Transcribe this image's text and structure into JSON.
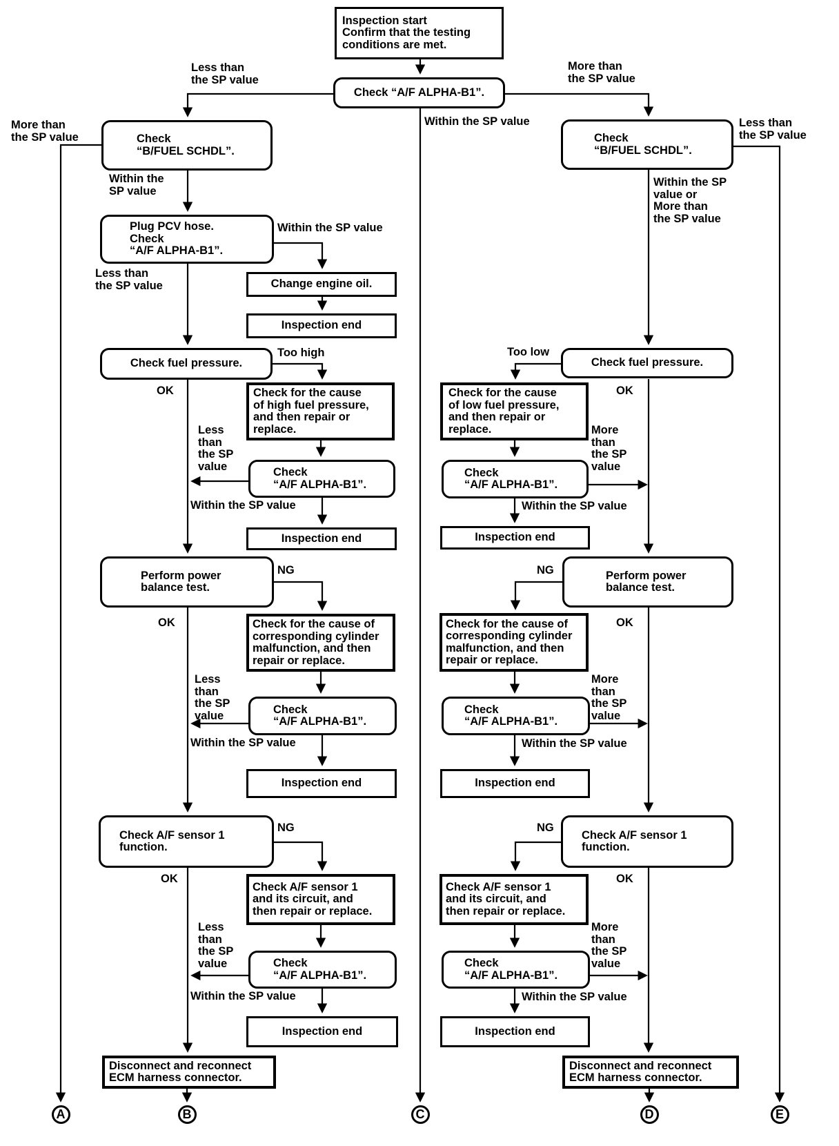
{
  "nodes": {
    "start": "Inspection start\nConfirm that the testing\nconditions are met.",
    "check_af": "Check “A/F ALPHA-B1”.",
    "bfuel": "Check\n“B/FUEL SCHDL”.",
    "plug_pcv": "Plug PCV hose.\nCheck\n“A/F ALPHA-B1”.",
    "change_oil": "Change engine oil.",
    "inspection_end": "Inspection end",
    "fuel_pressure": "Check fuel pressure.",
    "cause_high": "Check for the cause\nof high fuel pressure,\nand then repair or\nreplace.",
    "cause_low": "Check for the cause\nof low fuel pressure,\nand then repair or\nreplace.",
    "check_af2": "Check\n“A/F ALPHA-B1”.",
    "power": "Perform power\nbalance test.",
    "cause_cyl": "Check for the cause of\ncorresponding cylinder\nmalfunction, and then\nrepair or replace.",
    "sensor": "Check A/F sensor 1\nfunction.",
    "circuit": "Check A/F sensor 1\nand its circuit, and\nthen repair or replace.",
    "disconnect": "Disconnect and reconnect\nECM harness connector."
  },
  "labels": {
    "less_sp_2l": "Less than\nthe SP value",
    "more_sp_2l": "More than\nthe SP value",
    "within_sp": "Within the SP value",
    "within_sp_2l": "Within the\nSP value",
    "within_or_more": "Within the SP\nvalue or\nMore than\nthe SP value",
    "less_sp_4l": "Less\nthan\nthe SP\nvalue",
    "more_sp_4l": "More\nthan\nthe SP\nvalue",
    "too_high": "Too high",
    "too_low": "Too low",
    "ok": "OK",
    "ng": "NG"
  },
  "terminals": {
    "a": "A",
    "b": "B",
    "c": "C",
    "d": "D",
    "e": "E"
  }
}
